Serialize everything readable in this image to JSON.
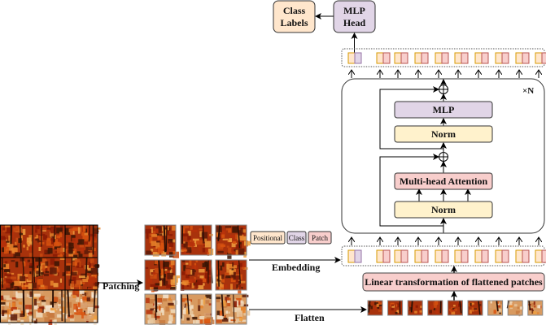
{
  "labels": {
    "class_labels_line1": "Class",
    "class_labels_line2": "Labels",
    "mlp_head_line1": "MLP",
    "mlp_head_line2": "Head",
    "mlp": "MLP",
    "norm_upper": "Norm",
    "norm_lower": "Norm",
    "attention": "Multi-head Attention",
    "repeat": "×N",
    "linear": "Linear transformation of flattened patches",
    "patching": "Patching",
    "embedding": "Embedding",
    "flatten": "Flatten"
  },
  "legend": [
    {
      "label": "Positional",
      "color": "#ffe6cc",
      "border": "#d79b00"
    },
    {
      "label": "Class",
      "color": "#e1d5e7",
      "border": "#9673a6"
    },
    {
      "label": "Patch",
      "color": "#f8cecc",
      "border": "#b85450"
    }
  ],
  "colors": {
    "positional": "#ffe6cc",
    "class": "#e1d5e7",
    "patch": "#f8cecc",
    "norm": "#fff2cc",
    "mlp": "#e1d5e7",
    "attention": "#f8cecc",
    "class_labels": "#ffe6cc"
  },
  "token_count": 10
}
